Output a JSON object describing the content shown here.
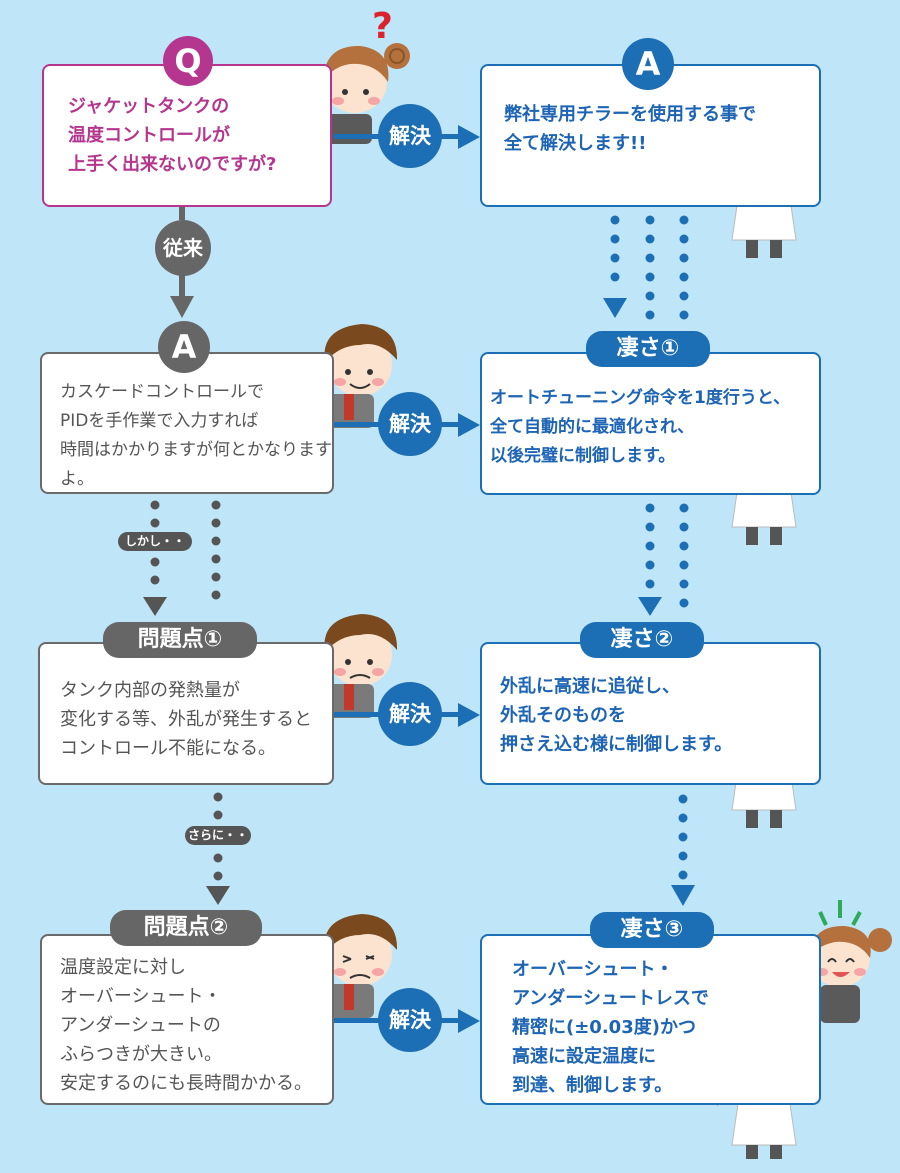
{
  "colors": {
    "background": "#bfe6f8",
    "question": "#b5368f",
    "left": "#6a6a6a",
    "right": "#1c6fb5"
  },
  "question": {
    "badge": "Q",
    "text": "ジャケットタンクの\n温度コントロールが\n上手く出来ないのですが?",
    "mark": "?"
  },
  "answer_top": {
    "badge": "A",
    "text": "弊社専用チラーを使用する事で\n全て解決します!!"
  },
  "conventional": {
    "label": "従来"
  },
  "answer_left": {
    "badge": "A",
    "text": "カスケードコントロールで\nPIDを手作業で入力すれば\n時間はかかりますが何とかなりますよ。"
  },
  "connector1": {
    "label": "しかし・・"
  },
  "connector2": {
    "label": "さらに・・"
  },
  "problem1": {
    "title": "問題点①",
    "text": "タンク内部の発熱量が\n変化する等、外乱が発生すると\nコントロール不能になる。"
  },
  "problem2": {
    "title": "問題点②",
    "text": "温度設定に対し\nオーバーシュート・\nアンダーシュートの\nふらつきが大きい。\n安定するのにも長時間かかる。"
  },
  "merit1": {
    "title": "凄さ①",
    "text": "オートチューニング命令を1度行うと、\n全て自動的に最適化され、\n以後完璧に制御します。"
  },
  "merit2": {
    "title": "凄さ②",
    "text": "外乱に高速に追従し、\n外乱そのものを\n押さえ込む様に制御します。"
  },
  "merit3": {
    "title": "凄さ③",
    "text": "オーバーシュート・\nアンダーシュートレスで\n精密に(±0.03度)かつ\n高速に設定温度に\n到達、制御します。"
  },
  "solve_label": "解決",
  "icons": [
    "woman-questioning-illustration",
    "boy-pointing-illustration",
    "professor-illustration",
    "woman-happy-illustration"
  ]
}
